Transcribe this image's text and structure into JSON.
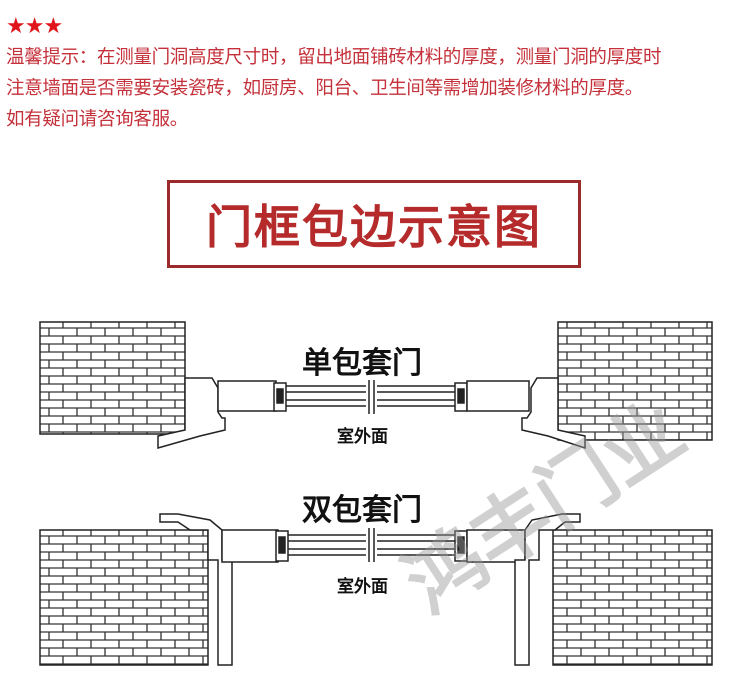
{
  "stars": "★★★",
  "notice": {
    "lines": [
      "温馨提示：在测量门洞高度尺寸时，留出地面铺砖材料的厚度，测量门洞的厚度时",
      "注意墙面是否需要安装瓷砖，如厨房、阳台、卫生间等需增加装修材料的厚度。",
      "如有疑问请咨询客服。"
    ]
  },
  "title": "门框包边示意图",
  "diagrams": [
    {
      "label": "单包套门",
      "side_label": "室外面"
    },
    {
      "label": "双包套门",
      "side_label": "室外面"
    }
  ],
  "watermark": "鸿丰门业",
  "colors": {
    "accent": "#b52a2a",
    "notice": "#c4313a",
    "star": "#e0151b"
  }
}
